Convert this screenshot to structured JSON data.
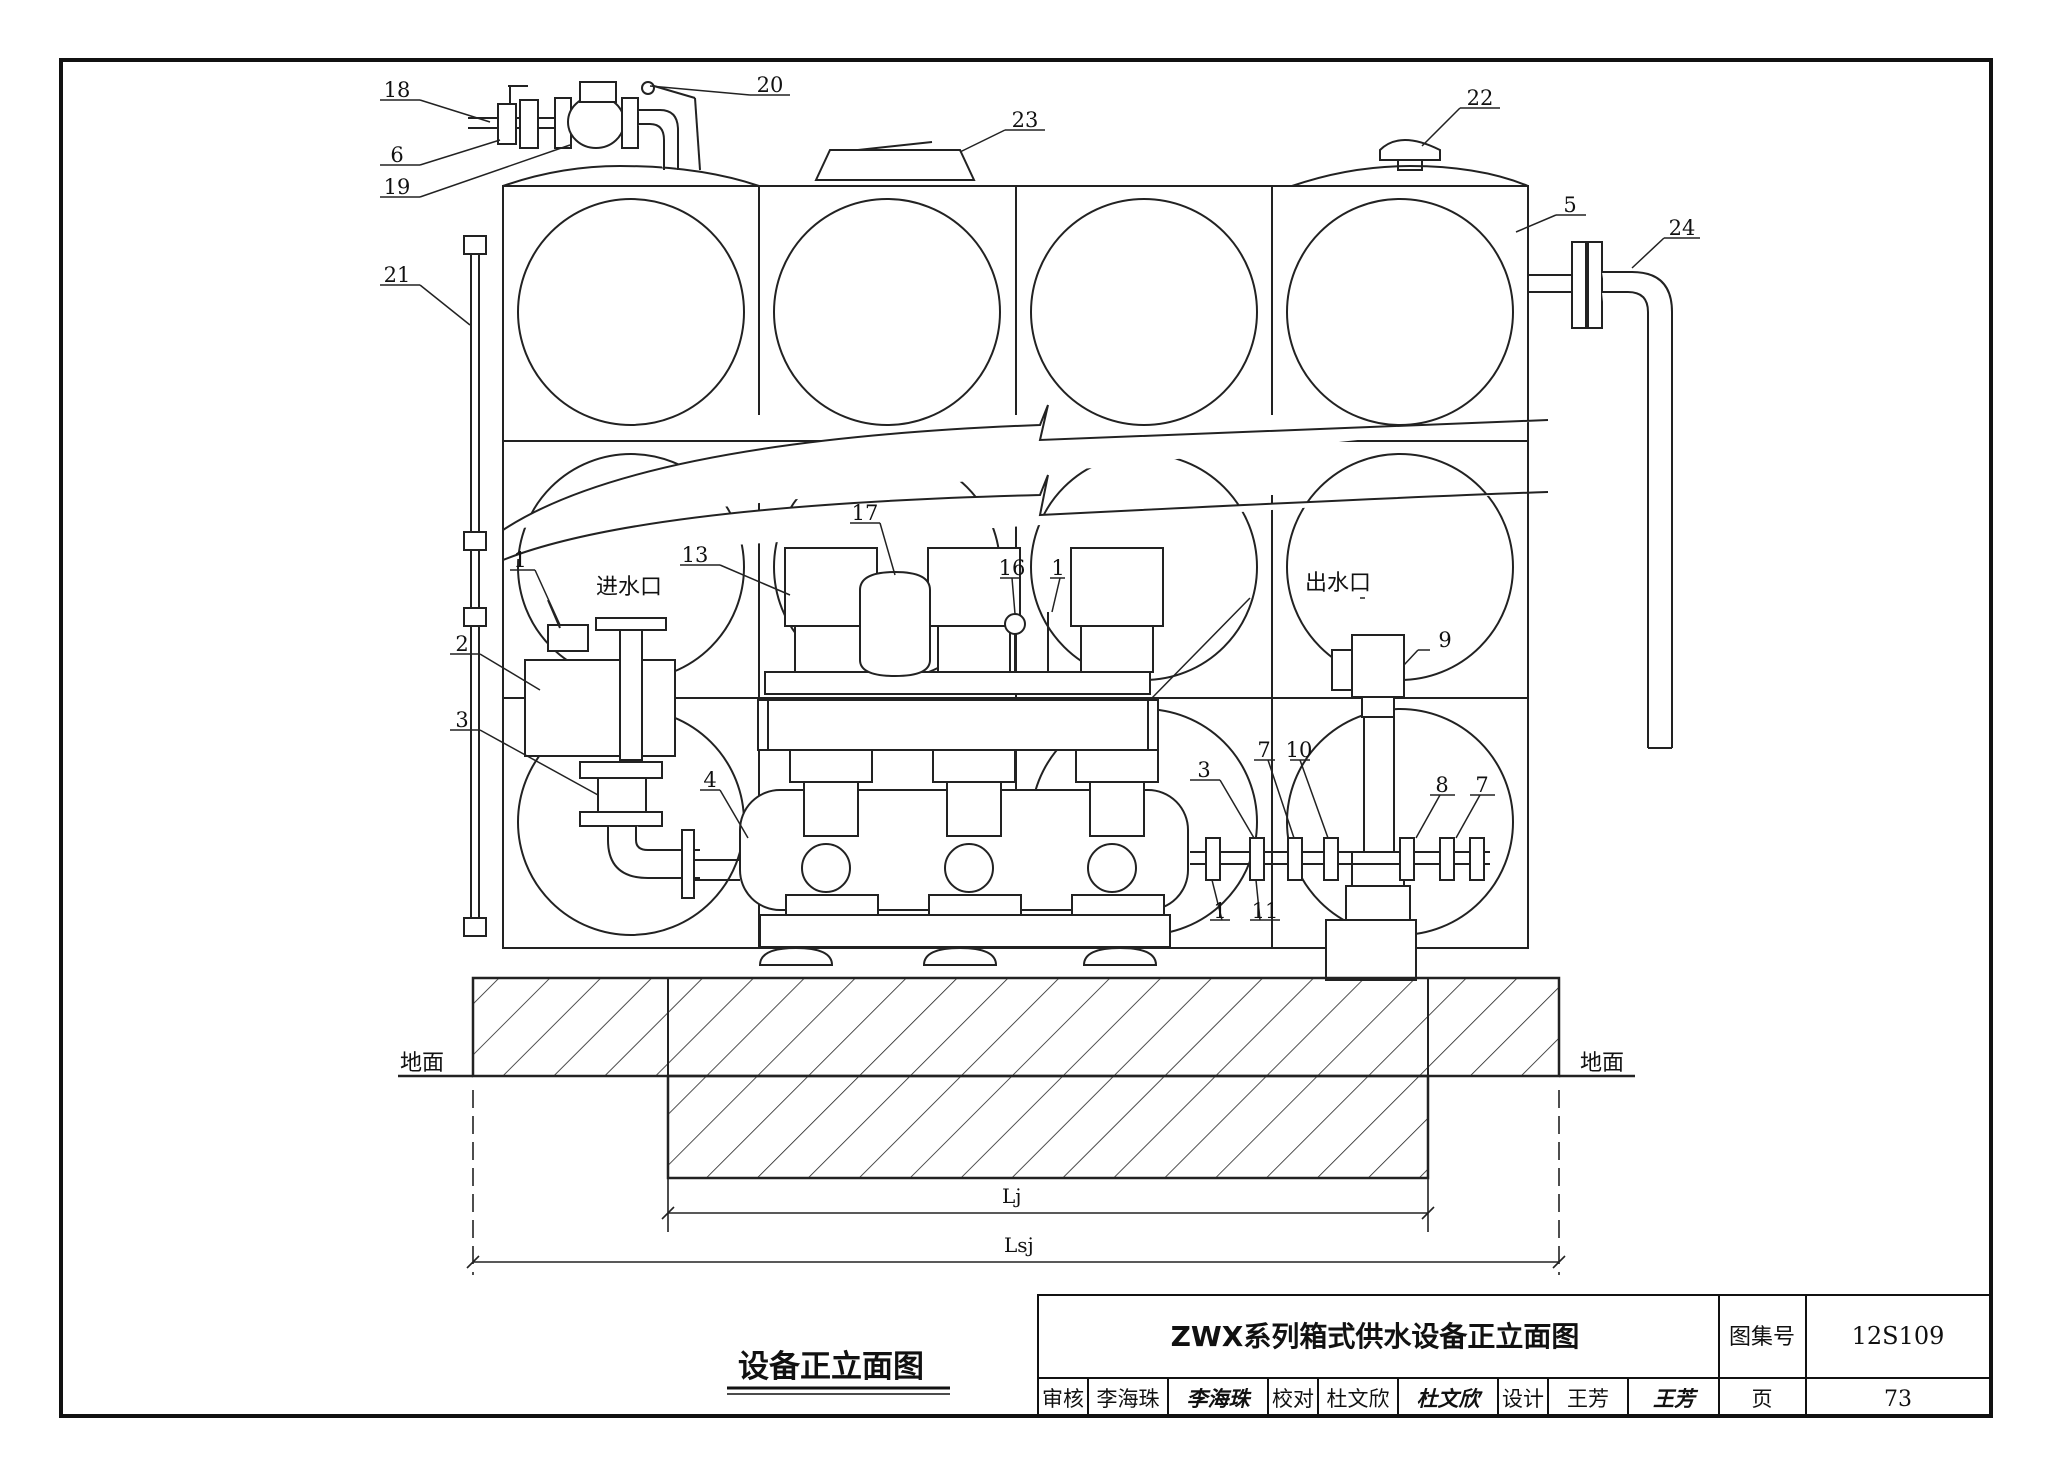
{
  "callouts": [
    "18",
    "6",
    "19",
    "20",
    "23",
    "22",
    "5",
    "24",
    "21",
    "1",
    "2",
    "3",
    "4",
    "13",
    "17",
    "16",
    "1",
    "9",
    "3",
    "7",
    "10",
    "8",
    "7",
    "1",
    "11"
  ],
  "labels": {
    "inlet": "进水口",
    "outlet": "出水口",
    "ground_left": "地面",
    "ground_right": "地面",
    "dim_lj": "Lj",
    "dim_lsj": "Lsj",
    "view_title": "设备正立面图"
  },
  "title_block": {
    "drawing_title": "ZWX系列箱式供水设备正立面图",
    "atlas_label": "图集号",
    "atlas_no": "12S109",
    "review_label": "审核",
    "review_name": "李海珠",
    "review_sig": "李海珠",
    "check_label": "校对",
    "check_name": "杜文欣",
    "check_sig": "杜文欣",
    "design_label": "设计",
    "design_name": "王芳",
    "design_sig": "王芳",
    "page_label": "页",
    "page_no": "73"
  }
}
